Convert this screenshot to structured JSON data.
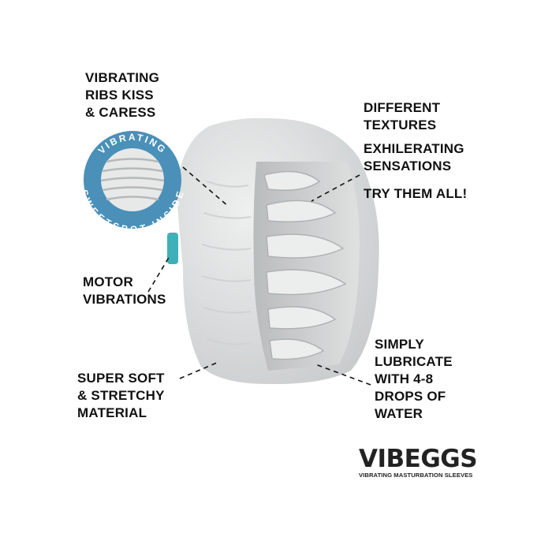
{
  "labels": {
    "ribs": [
      "VIBRATING",
      "RIBS KISS",
      "& CARESS"
    ],
    "textures": [
      "DIFFERENT",
      "TEXTURES"
    ],
    "sensations": [
      "EXHILERATING",
      "SENSATIONS"
    ],
    "try": [
      "TRY THEM ALL!"
    ],
    "motor": [
      "MOTOR",
      "VIBRATIONS"
    ],
    "material": [
      "SUPER SOFT",
      "& STRETCHY",
      "MATERIAL"
    ],
    "lubricate": [
      "SIMPLY",
      "LUBRICATE",
      "WITH 4-8",
      "DROPS OF",
      "WATER"
    ]
  },
  "badge": {
    "top_text": "VIBRATING",
    "bottom_text": "SWEETSPOT INSIDE",
    "color": "#4a90b8"
  },
  "logo": {
    "word": "VIBEGGS",
    "tagline": "VIBRATING MASTURBATION SLEEVES"
  },
  "colors": {
    "egg": "#e4e6e6",
    "egg_shadow": "#c9cccc",
    "text": "#111111",
    "motor": "#3fb0b8"
  }
}
